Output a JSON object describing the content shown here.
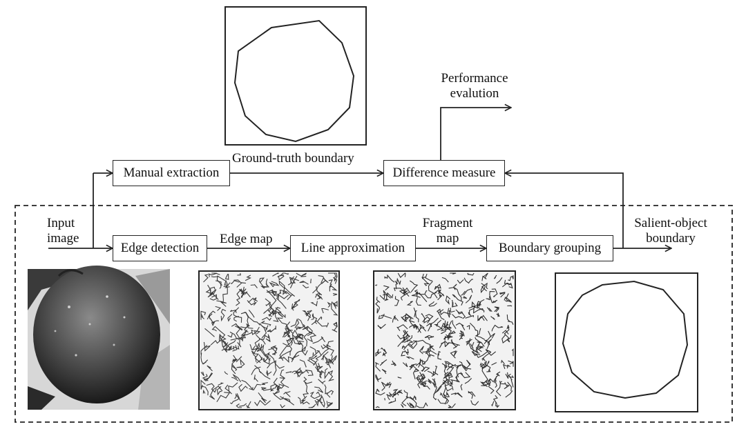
{
  "boxes": {
    "manual_extraction": "Manual extraction",
    "difference_measure": "Difference measure",
    "edge_detection": "Edge detection",
    "line_approximation": "Line approximation",
    "boundary_grouping": "Boundary grouping"
  },
  "labels": {
    "performance_line1": "Performance",
    "performance_line2": "evalution",
    "ground_truth_boundary": "Ground-truth boundary",
    "input_line1": "Input",
    "input_line2": "image",
    "edge_map": "Edge map",
    "fragment_line1": "Fragment",
    "fragment_line2": "map",
    "salient_line1": "Salient-object",
    "salient_line2": "boundary"
  },
  "images": [
    {
      "name": "ground-truth-boundary-image",
      "icon": "closed-contour-outline"
    },
    {
      "name": "input-apple-photo",
      "icon": "grayscale-apple-photo"
    },
    {
      "name": "edge-map-image",
      "icon": "edge-map-texture"
    },
    {
      "name": "fragment-map-image",
      "icon": "line-fragment-texture"
    },
    {
      "name": "salient-object-boundary-image",
      "icon": "closed-contour-outline"
    }
  ],
  "colors": {
    "line": "#222222",
    "background": "#ffffff"
  }
}
